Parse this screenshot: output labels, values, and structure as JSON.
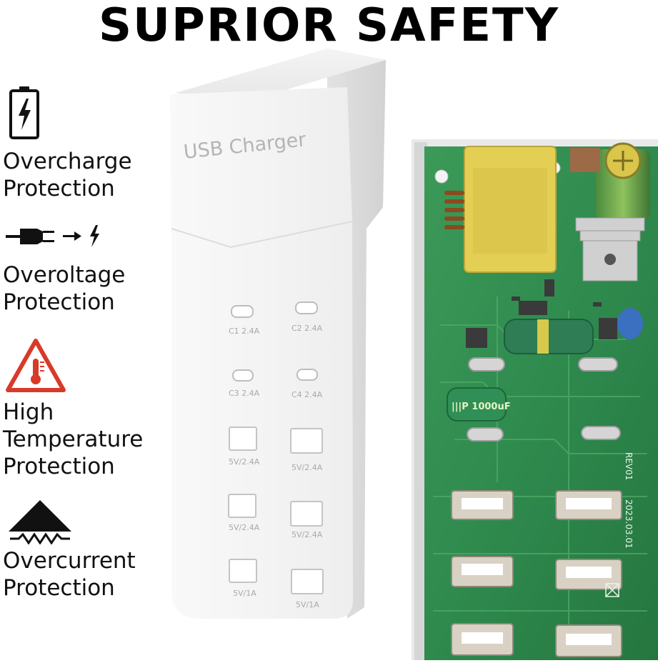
{
  "title": "SUPRIOR SAFETY",
  "features": [
    {
      "icon": "battery-bolt-icon",
      "lines": [
        "Overcharge",
        "Protection"
      ]
    },
    {
      "icon": "plug-arrow-bolt-icon",
      "lines": [
        "Overoltage",
        "Protection"
      ]
    },
    {
      "icon": "warning-thermometer-icon",
      "lines": [
        "High",
        "Temperature",
        "Protection"
      ]
    },
    {
      "icon": "overcurrent-icon",
      "lines": [
        "Overcurrent",
        "Protection"
      ]
    }
  ],
  "charger": {
    "brand_label": "USB Charger",
    "ports": [
      {
        "label": "C1 2.4A"
      },
      {
        "label": "C2 2.4A"
      },
      {
        "label": "C3 2.4A"
      },
      {
        "label": "C4 2.4A"
      },
      {
        "label": "5V/2.4A"
      },
      {
        "label": "5V/2.4A"
      },
      {
        "label": "5V/2.4A"
      },
      {
        "label": "5V/2.4A"
      },
      {
        "label": "5V/1A"
      },
      {
        "label": "5V/1A"
      }
    ]
  },
  "pcb": {
    "capacitor_label": "|||P 1000uF",
    "board_revision": "REV01",
    "board_date": "2023.03.01"
  },
  "colors": {
    "pcb_green": "#2f8a4e",
    "warning_red": "#d83a2a",
    "transformer_yellow": "#e4cf55"
  }
}
